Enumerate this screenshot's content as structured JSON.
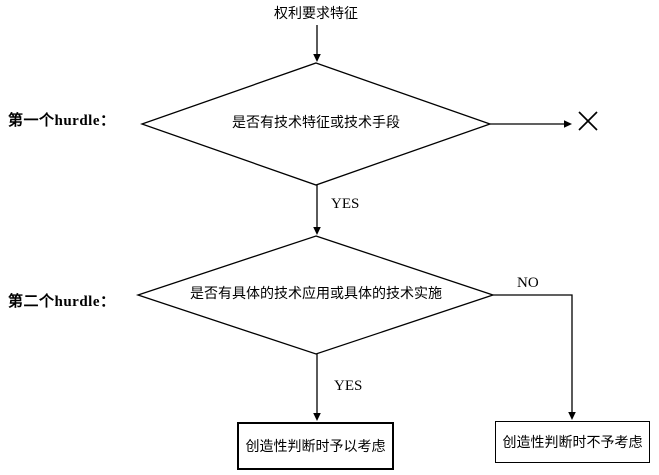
{
  "colors": {
    "line": "#000000",
    "background": "#ffffff",
    "text": "#000000"
  },
  "flowchart": {
    "start_label": "权利要求特征",
    "hurdle1": {
      "side_label": "第一个hurdle：",
      "question": "是否有技术特征或技术手段"
    },
    "hurdle2": {
      "side_label": "第二个hurdle：",
      "question": "是否有具体的技术应用或具体的技术实施"
    },
    "edge_labels": {
      "hurdle1_yes": "YES",
      "hurdle2_yes": "YES",
      "hurdle2_no": "NO"
    },
    "icons": {
      "reject_mark": "✕"
    },
    "outcomes": {
      "considered": "创造性判断时予以考虑",
      "not_considered": "创造性判断时不予考虑"
    }
  }
}
